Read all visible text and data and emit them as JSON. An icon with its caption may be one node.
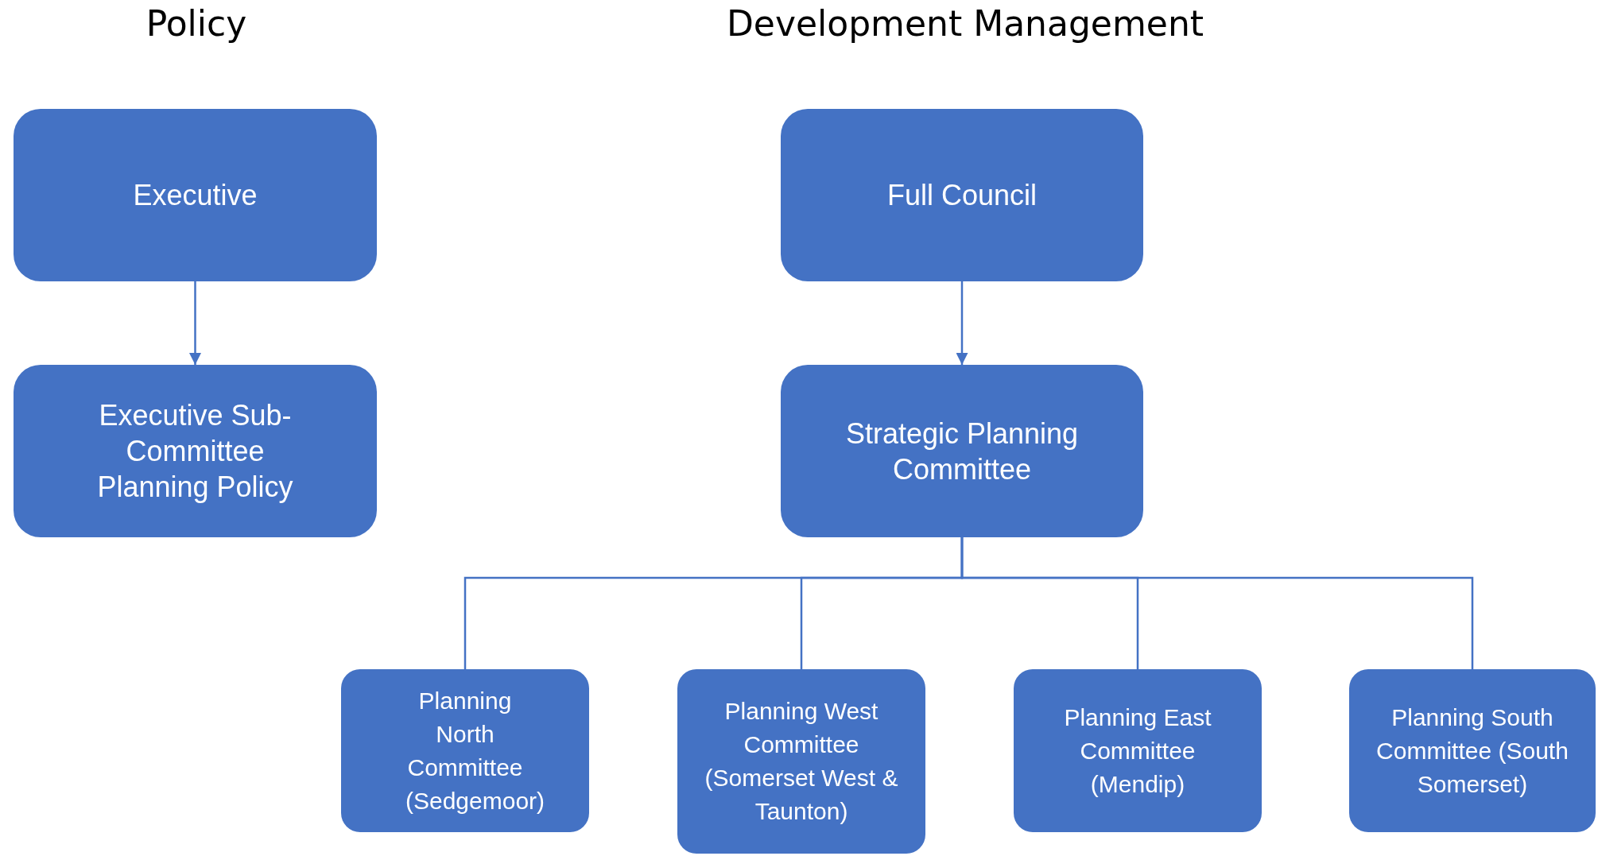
{
  "diagram": {
    "nodes": [
      {
        "text": [
          "Executive"
        ]
      },
      {
        "text": [
          "Executive Sub-Committee Planning Policy"
        ]
      },
      {
        "text": [
          "Full Council"
        ]
      },
      {
        "text": [
          "Strategic Planning Committee"
        ]
      },
      {
        "text": [
          "Planning North Committee (Sedgemoor)"
        ]
      },
      {
        "text": [
          "Planning West Committee (Somerset West & Taunton)"
        ]
      },
      {
        "text": [
          "Planning East Committee (Mendip)"
        ]
      },
      {
        "text": [
          "Planning South Committee (South Somerset)"
        ]
      }
    ],
    "edges": [
      {
        "from": 0,
        "to": 1,
        "arrow": "to"
      },
      {
        "from": 2,
        "to": 3,
        "arrow": "to"
      },
      {
        "from": 3,
        "to": 4,
        "arrow": "none"
      },
      {
        "from": 3,
        "to": 5,
        "arrow": "none"
      },
      {
        "from": 3,
        "to": 6,
        "arrow": "none"
      },
      {
        "from": 3,
        "to": 7,
        "arrow": "none"
      }
    ],
    "labels": [
      "Policy",
      "Development Management"
    ]
  }
}
